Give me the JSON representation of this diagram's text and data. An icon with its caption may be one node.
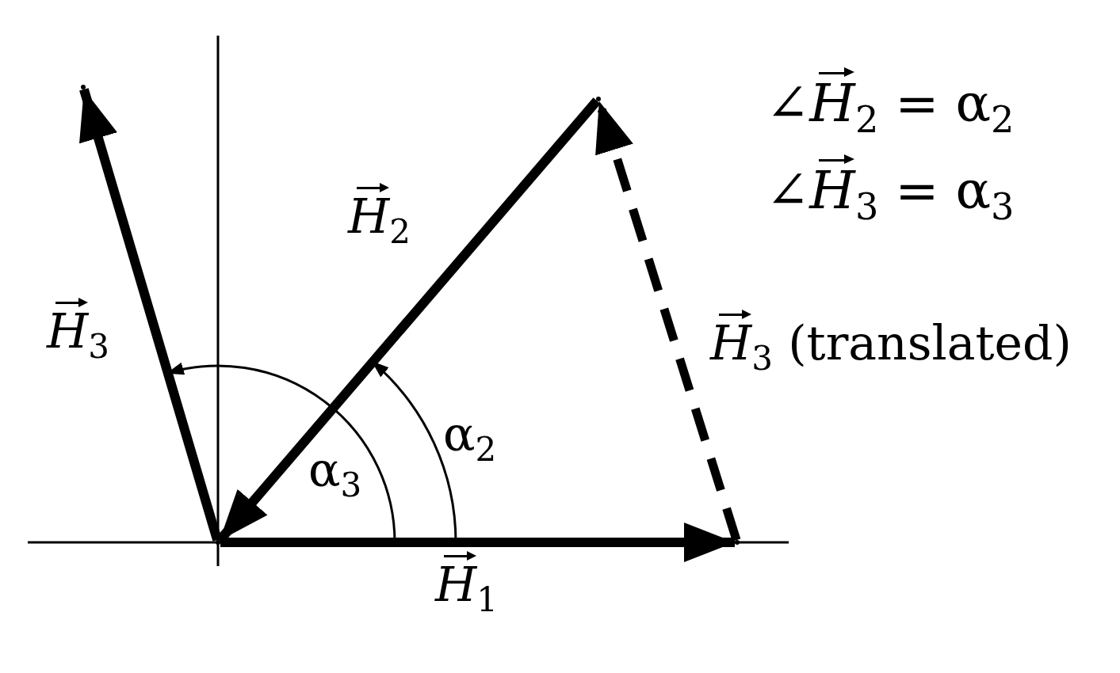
{
  "diagram": {
    "nodes": [
      {
        "text": [],
        "shape": "point"
      },
      {
        "text": [],
        "shape": "point"
      },
      {
        "text": [],
        "shape": "point"
      },
      {
        "text": [],
        "shape": "point"
      }
    ],
    "edges": [
      {
        "from": 0,
        "to": 1,
        "arrow": "to",
        "label": "*H*$_{1}$"
      },
      {
        "from": 2,
        "to": 0,
        "arrow": "to",
        "label": "*H*$_{2}$"
      },
      {
        "from": 0,
        "to": 3,
        "arrow": "to",
        "label": "*H*$_{3}$"
      },
      {
        "from": 1,
        "to": 2,
        "arrow": "to",
        "label": "*H*$_{3}$ (translated)",
        "style": "dashed"
      }
    ],
    "labels": [
      "∠*H*$_{2}$ = α$_{2}$",
      "∠*H*$_{3}$ = α$_{3}$",
      "α$_{3}$",
      "α$_{2}$"
    ]
  }
}
